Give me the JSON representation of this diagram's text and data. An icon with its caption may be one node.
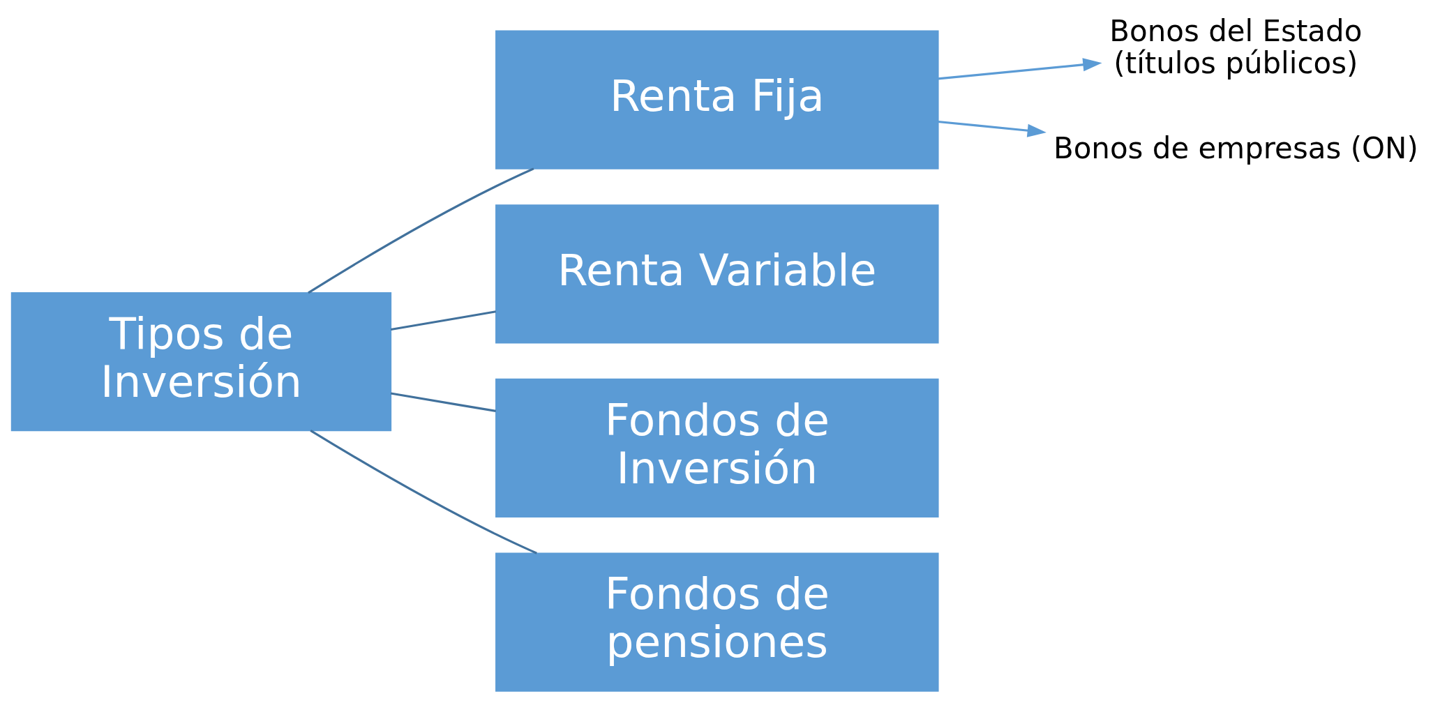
{
  "diagram": {
    "nodes": [
      {
        "text": [
          "Tipos de Inversión"
        ]
      },
      {
        "text": [
          "Renta Fija"
        ]
      },
      {
        "text": [
          "Renta Variable"
        ]
      },
      {
        "text": [
          "Fondos de Inversión"
        ]
      },
      {
        "text": [
          "Fondos de pensiones"
        ]
      },
      {
        "text": [
          "Bonos del Estado (títulos públicos)"
        ]
      },
      {
        "text": [
          "Bonos de empresas (ON)"
        ]
      }
    ],
    "edges": [
      {
        "from": 0,
        "to": 1,
        "arrow": "none"
      },
      {
        "from": 0,
        "to": 2,
        "arrow": "none"
      },
      {
        "from": 0,
        "to": 3,
        "arrow": "none"
      },
      {
        "from": 0,
        "to": 4,
        "arrow": "none"
      },
      {
        "from": 1,
        "to": 5,
        "arrow": "to",
        "color": "#5b9bd5"
      },
      {
        "from": 1,
        "to": 6,
        "arrow": "to",
        "color": "#5b9bd5"
      }
    ]
  }
}
